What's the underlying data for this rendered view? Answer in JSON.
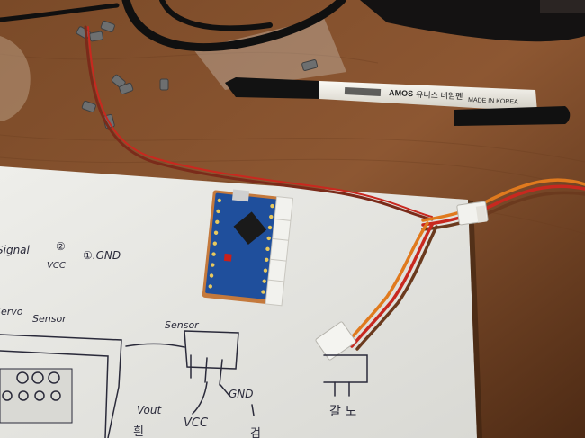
{
  "photo": {
    "colors": {
      "table": "#8a5530",
      "table_dark": "#5e3519",
      "paper": "#f1f1ee",
      "pen_black": "#1b1b1b",
      "pen_white": "#e9e6dd",
      "board_blue": "#1f4f9c",
      "connector_white": "#f2f2ee",
      "wire_red": "#c8281f",
      "wire_orange": "#e07a1e",
      "wire_brown": "#6b3a1e"
    },
    "pen": {
      "brand": "AMOS",
      "product": "유니스 네임펜",
      "made_in": "MADE IN KOREA"
    },
    "notes": {
      "pin_signal": "Signal",
      "pin_2": "②",
      "pin_2_label": "VCC",
      "pin_1": "①.GND",
      "servo": "Servo",
      "sensor_left": "Sensor",
      "sensor_right": "Sensor",
      "vout": "Vout",
      "vcc": "VCC",
      "gnd": "GND",
      "korean_1": "갈 노",
      "korean_2": "흰",
      "korean_3": "검"
    }
  }
}
